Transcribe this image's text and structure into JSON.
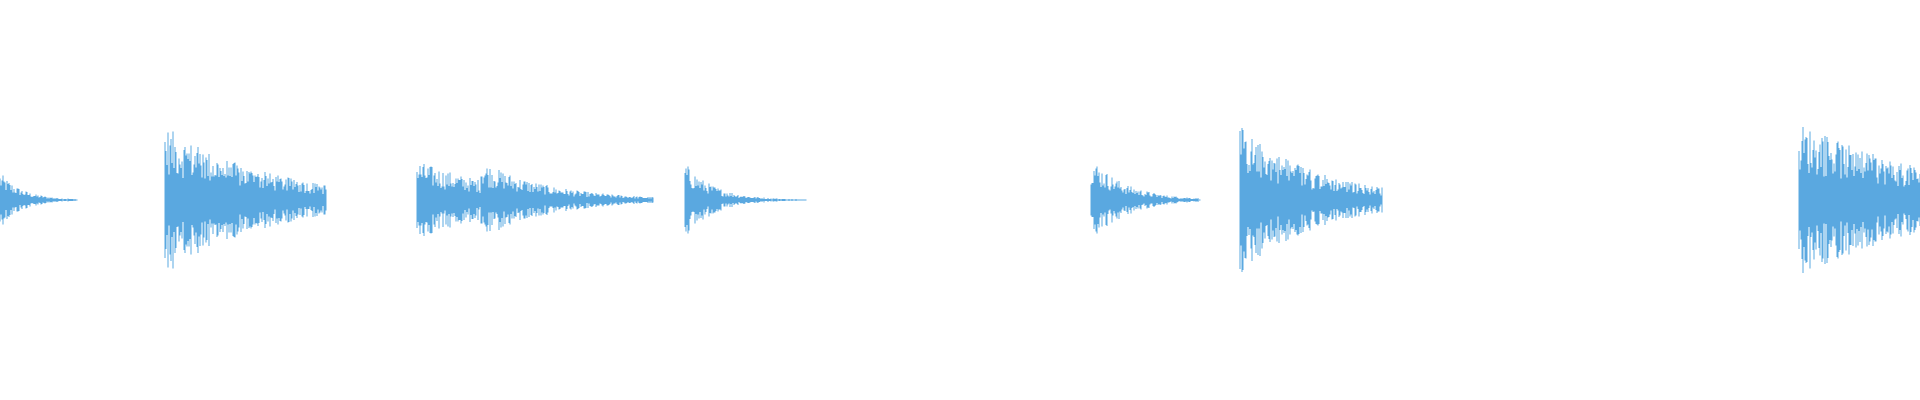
{
  "waveform": {
    "color": "#5aa8e0",
    "background": "#ffffff",
    "baseline_ratio": 0.5,
    "segments": [
      {
        "kind": "hit",
        "start": 0.0,
        "end": 0.04,
        "peak": 0.14,
        "decay": 3.2
      },
      {
        "kind": "burst",
        "start": 0.086,
        "end": 0.17,
        "peak": 0.37,
        "decay": 1.4
      },
      {
        "kind": "multi-hit",
        "start": 0.217,
        "end": 0.34,
        "peak": 0.2,
        "decay": 2.4,
        "hits": [
          0.0,
          0.27
        ]
      },
      {
        "kind": "hit",
        "start": 0.357,
        "end": 0.42,
        "peak": 0.19,
        "decay": 4.0
      },
      {
        "kind": "hit",
        "start": 0.568,
        "end": 0.625,
        "peak": 0.22,
        "decay": 3.0
      },
      {
        "kind": "burst",
        "start": 0.646,
        "end": 0.72,
        "peak": 0.37,
        "decay": 1.6
      },
      {
        "kind": "burst",
        "start": 0.937,
        "end": 1.0,
        "peak": 0.39,
        "decay": 0.7
      }
    ]
  }
}
